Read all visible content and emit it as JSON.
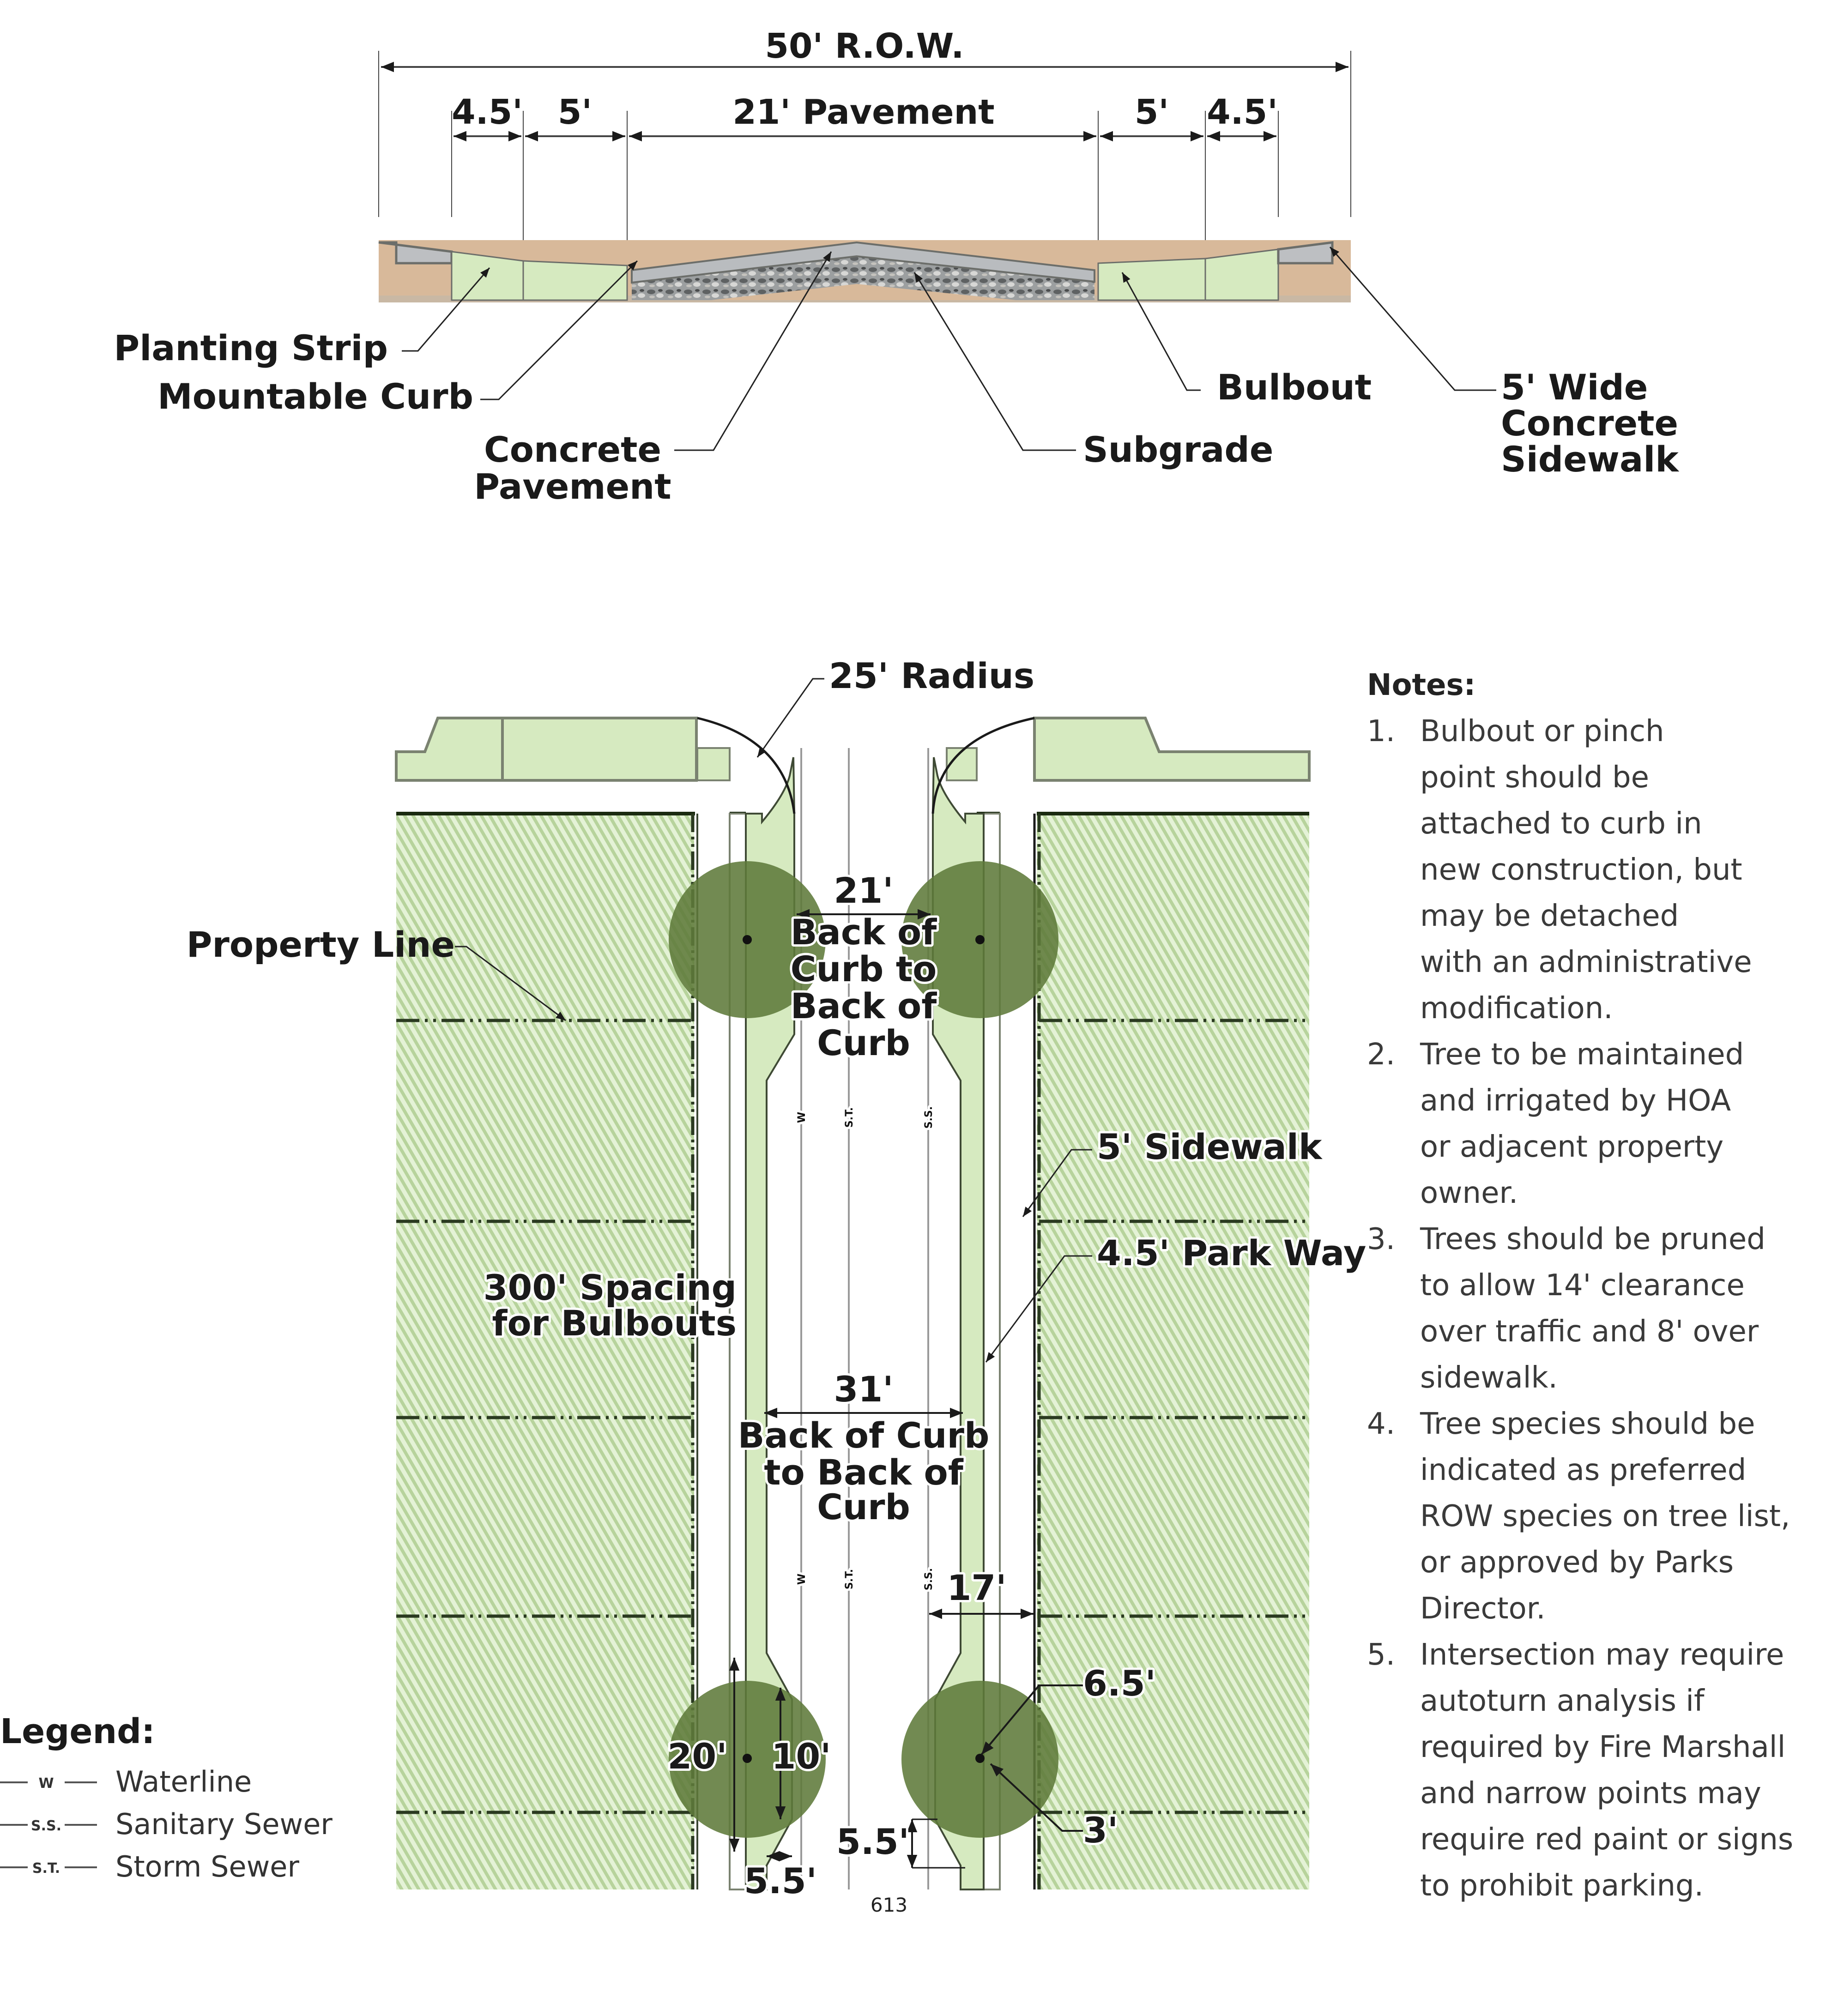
{
  "colors": {
    "planting_green": "#d6eac0",
    "hatch_green": "#b7d39c",
    "curb_outline": "#7a8270",
    "tree_canopy": "#5f7a3a",
    "soil": "#d8b99a",
    "pavement_gray": "#b9bcbf",
    "aggregate_dark": "#6c6f70",
    "line_dark": "#1a1a1a",
    "utility_line": "#9a9a9a"
  },
  "cross_section": {
    "row_dimension": "50' R.O.W.",
    "sub_dimensions": {
      "left_parkway": "4.5'",
      "left_sidewalk": "5'",
      "pavement": "21' Pavement",
      "right_sidewalk": "5'",
      "right_parkway": "4.5'"
    },
    "callouts": {
      "planting_strip": "Planting Strip",
      "mountable_curb": "Mountable Curb",
      "concrete_pavement_line1": "Concrete",
      "concrete_pavement_line2": "Pavement",
      "subgrade": "Subgrade",
      "bulbout": "Bulbout",
      "sidewalk_line1": "5' Wide",
      "sidewalk_line2": "Concrete",
      "sidewalk_line3": "Sidewalk"
    }
  },
  "plan_view": {
    "radius_label": "25' Radius",
    "property_line_label": "Property Line",
    "narrow_width": {
      "value": "21'",
      "line1": "Back of",
      "line2": "Curb to",
      "line3": "Back of",
      "line4": "Curb"
    },
    "wide_width": {
      "value": "31'",
      "line1": "Back of Curb",
      "line2": "to Back of",
      "line3": "Curb"
    },
    "spacing_line1": "300' Spacing",
    "spacing_line2": "for Bulbouts",
    "sidewalk_label": "5' Sidewalk",
    "parkway_label": "4.5' Park Way",
    "utility_codes": {
      "water": "W",
      "storm": "S.T.",
      "sanitary": "S.S."
    },
    "dims": {
      "seventeen": "17'",
      "bulb_length": "20'",
      "bulb_flat": "10'",
      "taper_width": "5.5'",
      "taper_length": "5.5'",
      "tree_radius": "6.5'",
      "offset": "3'"
    }
  },
  "notes": {
    "title": "Notes:",
    "items": [
      {
        "num": "1.",
        "lines": [
          "Bulbout or pinch",
          "point should be",
          "attached to curb in",
          "new construction, but",
          "may be detached",
          "with an administrative",
          "modification."
        ]
      },
      {
        "num": "2.",
        "lines": [
          "Tree to be maintained",
          "and irrigated by HOA",
          "or adjacent property",
          "owner."
        ]
      },
      {
        "num": "3.",
        "lines": [
          "Trees should be pruned",
          "to allow 14' clearance",
          "over traffic and 8' over",
          "sidewalk."
        ]
      },
      {
        "num": "4.",
        "lines": [
          "Tree species should be",
          "indicated as preferred",
          "ROW species on tree list,",
          "or approved by Parks",
          "Director."
        ]
      },
      {
        "num": "5.",
        "lines": [
          "Intersection may require",
          "autoturn analysis if",
          "required by Fire Marshall",
          "and narrow points may",
          "require red paint or signs",
          "to prohibit parking."
        ]
      }
    ]
  },
  "legend": {
    "title": "Legend:",
    "items": [
      {
        "code": "W",
        "label": "Waterline"
      },
      {
        "code": "S.S.",
        "label": "Sanitary Sewer"
      },
      {
        "code": "S.T.",
        "label": "Storm Sewer"
      }
    ]
  },
  "page_number": "613"
}
